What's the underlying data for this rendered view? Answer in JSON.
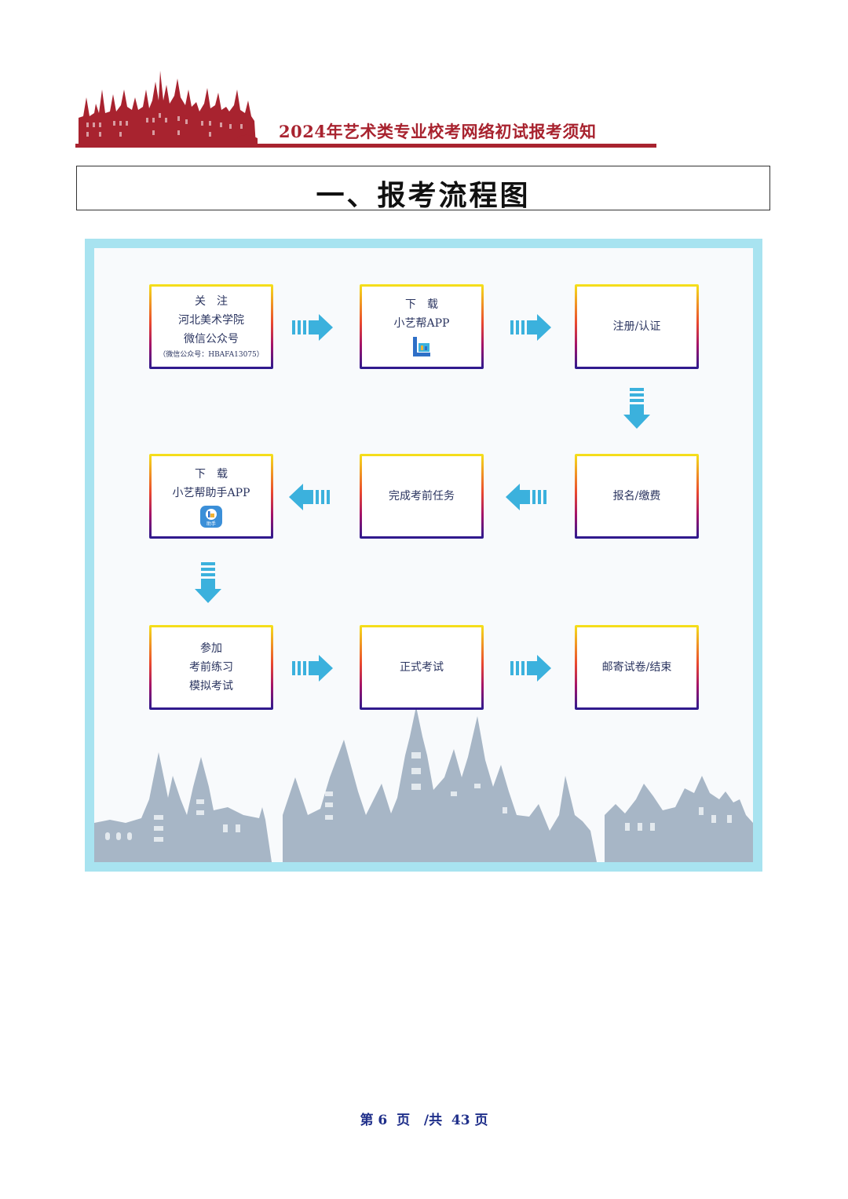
{
  "header": {
    "title": "2024年艺术类专业校考网络初试报考须知",
    "accent_color": "#a8232f"
  },
  "section": {
    "title": "一、报考流程图"
  },
  "flow": {
    "steps": [
      {
        "line1": "关　注",
        "line2": "河北美术学院",
        "line3": "微信公众号",
        "note": "（微信公众号：HBAFA13075）"
      },
      {
        "line1": "下　载",
        "line2": "小艺帮APP",
        "icon": "xiaoyibang-app-icon"
      },
      {
        "line1": "注册/认证"
      },
      {
        "line1": "报名/缴费"
      },
      {
        "line1": "完成考前任务"
      },
      {
        "line1": "下　载",
        "line2": "小艺帮助手APP",
        "icon": "xiaoyibang-assistant-app-icon",
        "icon_label": "助手"
      },
      {
        "line1": "参加",
        "line2": "考前练习",
        "line3": "模拟考试"
      },
      {
        "line1": "正式考试"
      },
      {
        "line1": "邮寄试卷/结束"
      }
    ],
    "arrow_color": "#3bb1dd",
    "frame_color": "#a8e3f0"
  },
  "footer": {
    "page_text": "第 6  页   /共  43 页"
  }
}
